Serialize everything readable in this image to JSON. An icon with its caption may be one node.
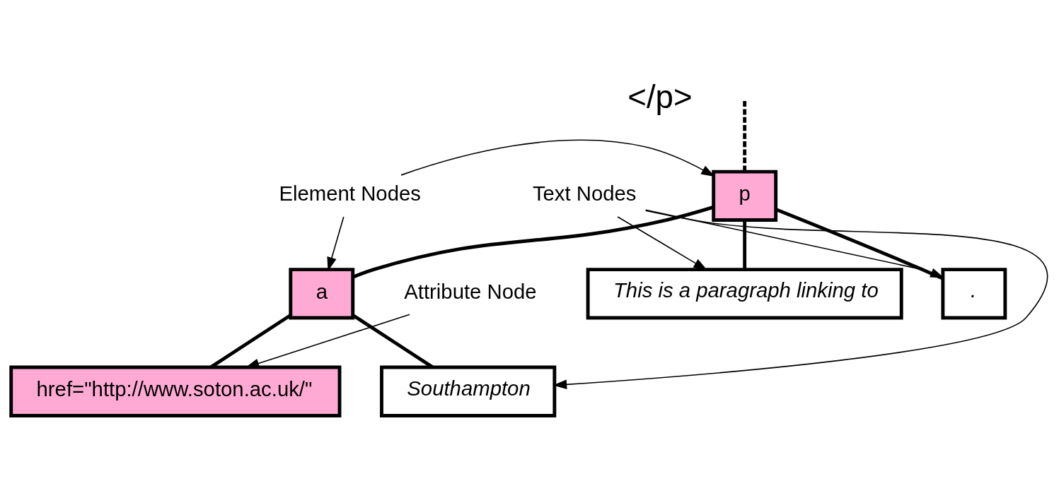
{
  "diagram": {
    "nodes": [
      {
        "text": [
          "Element Nodes"
        ]
      },
      {
        "text": [
          "Text Nodes"
        ]
      },
      {
        "text": [
          "p"
        ]
      },
      {
        "text": [
          "Attribute Node"
        ]
      },
      {
        "text": [
          "This is a paragraph linking to"
        ]
      },
      {
        "text": [
          "a"
        ]
      },
      {
        "text": [
          "."
        ]
      },
      {
        "text": [
          "href=\"http://www.soton.ac.uk/\""
        ]
      },
      {
        "text": [
          "Southampton"
        ]
      }
    ],
    "edges": [
      {
        "from": null,
        "to": 2,
        "arrow": "none",
        "style": "dashed"
      },
      {
        "from": 2,
        "to": 4,
        "arrow": "none",
        "style": "thick"
      },
      {
        "from": 2,
        "to": 5,
        "arrow": "none",
        "style": "thick"
      },
      {
        "from": 2,
        "to": 6,
        "arrow": "none",
        "style": "thick"
      },
      {
        "from": 5,
        "to": 7,
        "arrow": "none",
        "style": "thick"
      },
      {
        "from": 5,
        "to": 8,
        "arrow": "none",
        "style": "thick"
      },
      {
        "from": 0,
        "to": 2,
        "arrow": "to"
      },
      {
        "from": 0,
        "to": 5,
        "arrow": "to"
      },
      {
        "from": 1,
        "to": 4,
        "arrow": "to"
      },
      {
        "from": 1,
        "to": 6,
        "arrow": "to"
      },
      {
        "from": 1,
        "to": 8,
        "arrow": "to"
      },
      {
        "from": 3,
        "to": 7,
        "arrow": "to"
      }
    ],
    "labels": [
      "</p>"
    ]
  }
}
